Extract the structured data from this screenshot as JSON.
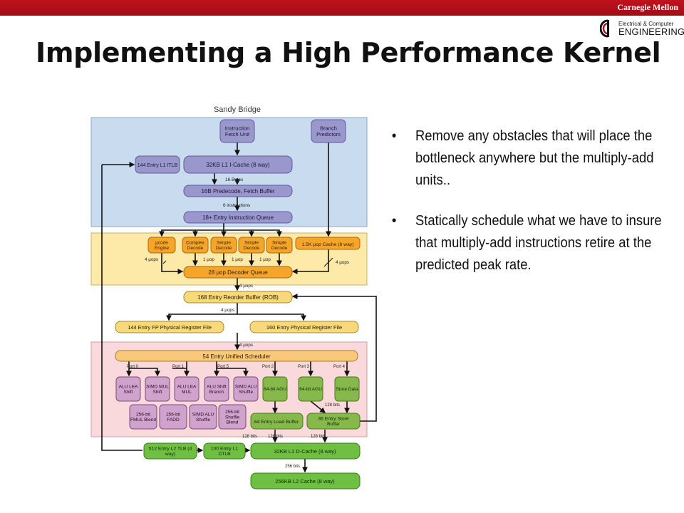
{
  "header": {
    "institution": "Carnegie Mellon",
    "dept_line1": "Electrical & Computer",
    "dept_line2": "ENGINEERING",
    "accent_color": "#b0101a"
  },
  "slide": {
    "title": "Implementing a High Performance Kernel"
  },
  "bullets": [
    "Remove any obstacles that will place the bottleneck anywhere but the multiply-add units..",
    "Statically schedule what we have to insure that multiply-add instructions retire at the predicted peak rate."
  ],
  "diagram": {
    "title": "Sandy Bridge",
    "colors": {
      "frontend": "#c9dcef",
      "decode": "#fde9a8",
      "exec": "#f9d9dc",
      "purple": "#9a97cc",
      "orange": "#f4a52a",
      "yellow": "#f7d87a",
      "lightorange": "#f8c978",
      "pink": "#cfa3cb",
      "green": "#86b84c",
      "lightgreen": "#6fbf43"
    },
    "blocks": {
      "fetch": "Instruction Fetch Unit",
      "branch": "Branch Predictors",
      "itlb": "144 Entry L1 ITLB",
      "icache": "32KB L1 I-Cache (8 way)",
      "predecode": "16B Predecode, Fetch Buffer",
      "iq": "18+ Entry Instruction Queue",
      "ucode": "µcode Engine",
      "complex": "Complex Decode",
      "simple1": "Simple Decode",
      "simple2": "Simple Decode",
      "simple3": "Simple Decode",
      "uopcache": "1.5K µop Cache (8 way)",
      "decq": "28 µop Decoder Queue",
      "rob": "168 Entry Reorder Buffer (ROB)",
      "fprf": "144 Entry FP Physical Register File",
      "prf": "160 Entry Physical Register File",
      "sched": "54 Entry Unified Scheduler",
      "alu1": "ALU LEA Shift",
      "simd1": "SIMD MUL Shift",
      "alu2": "ALU LEA MUL",
      "alu3": "ALU Shift Branch",
      "simd2": "SIMD ALU Shuffle",
      "agu1": "64-bit AGU",
      "agu2": "64-bit AGU",
      "store": "Store Data",
      "fmul": "256-bit FMUL Blend",
      "fadd": "256-bit FADD",
      "simdalu": "SIMD ALU Shuffle",
      "shuffle": "256-bit Shuffle Blend",
      "loadbuf": "64 Entry Load Buffer",
      "storebuf": "36 Entry Store Buffer",
      "l2tlb": "512 Entry L2 TLB (4 way)",
      "dtlb": "100 Entry L1 DTLB",
      "dcache": "32KB L1 D-Cache (8 way)",
      "l2": "256KB L2 Cache (8 way)"
    },
    "labels": {
      "bytes16": "16 Bytes",
      "instr6": "6 instructions",
      "uops4a": "4 µops",
      "uop1a": "1 µop",
      "uop1b": "1 µop",
      "uop1c": "1 µop",
      "uops4b": "4 µops",
      "uops4c": "4 µops",
      "uops4d": "4 µops",
      "uops4e": "4 µops",
      "port0": "Port 0",
      "port1": "Port 1",
      "port5": "Port 5",
      "port2": "Port 2",
      "port3": "Port 3",
      "port4": "Port 4",
      "bits128a": "128 bits",
      "bits128b": "128 bits",
      "bits128c": "128 bits",
      "bits128d": "128 bits",
      "bits256": "256 bits"
    }
  }
}
